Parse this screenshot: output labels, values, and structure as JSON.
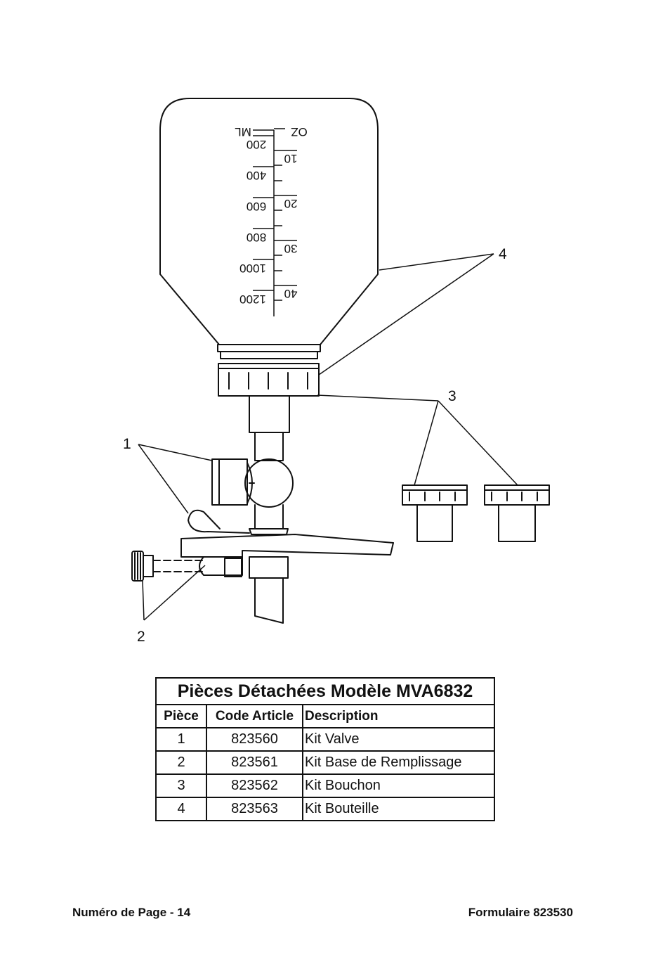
{
  "diagram": {
    "callouts": [
      "1",
      "2",
      "3",
      "4"
    ],
    "scale_units": {
      "left": "ML",
      "right": "OZ"
    },
    "ml_marks": [
      "200",
      "400",
      "600",
      "800",
      "1000",
      "1200"
    ],
    "oz_marks": [
      "10",
      "20",
      "30",
      "40"
    ]
  },
  "table": {
    "title": "Pièces Détachées Modèle MVA6832",
    "headers": {
      "piece": "Pièce",
      "code": "Code Article",
      "desc": "Description"
    },
    "rows": [
      {
        "piece": "1",
        "code": "823560",
        "desc": "Kit Valve"
      },
      {
        "piece": "2",
        "code": "823561",
        "desc": "Kit Base de Remplissage"
      },
      {
        "piece": "3",
        "code": "823562",
        "desc": "Kit Bouchon"
      },
      {
        "piece": "4",
        "code": "823563",
        "desc": "Kit Bouteille"
      }
    ]
  },
  "footer": {
    "page": "Numéro de Page - 14",
    "form": "Formulaire 823530"
  }
}
